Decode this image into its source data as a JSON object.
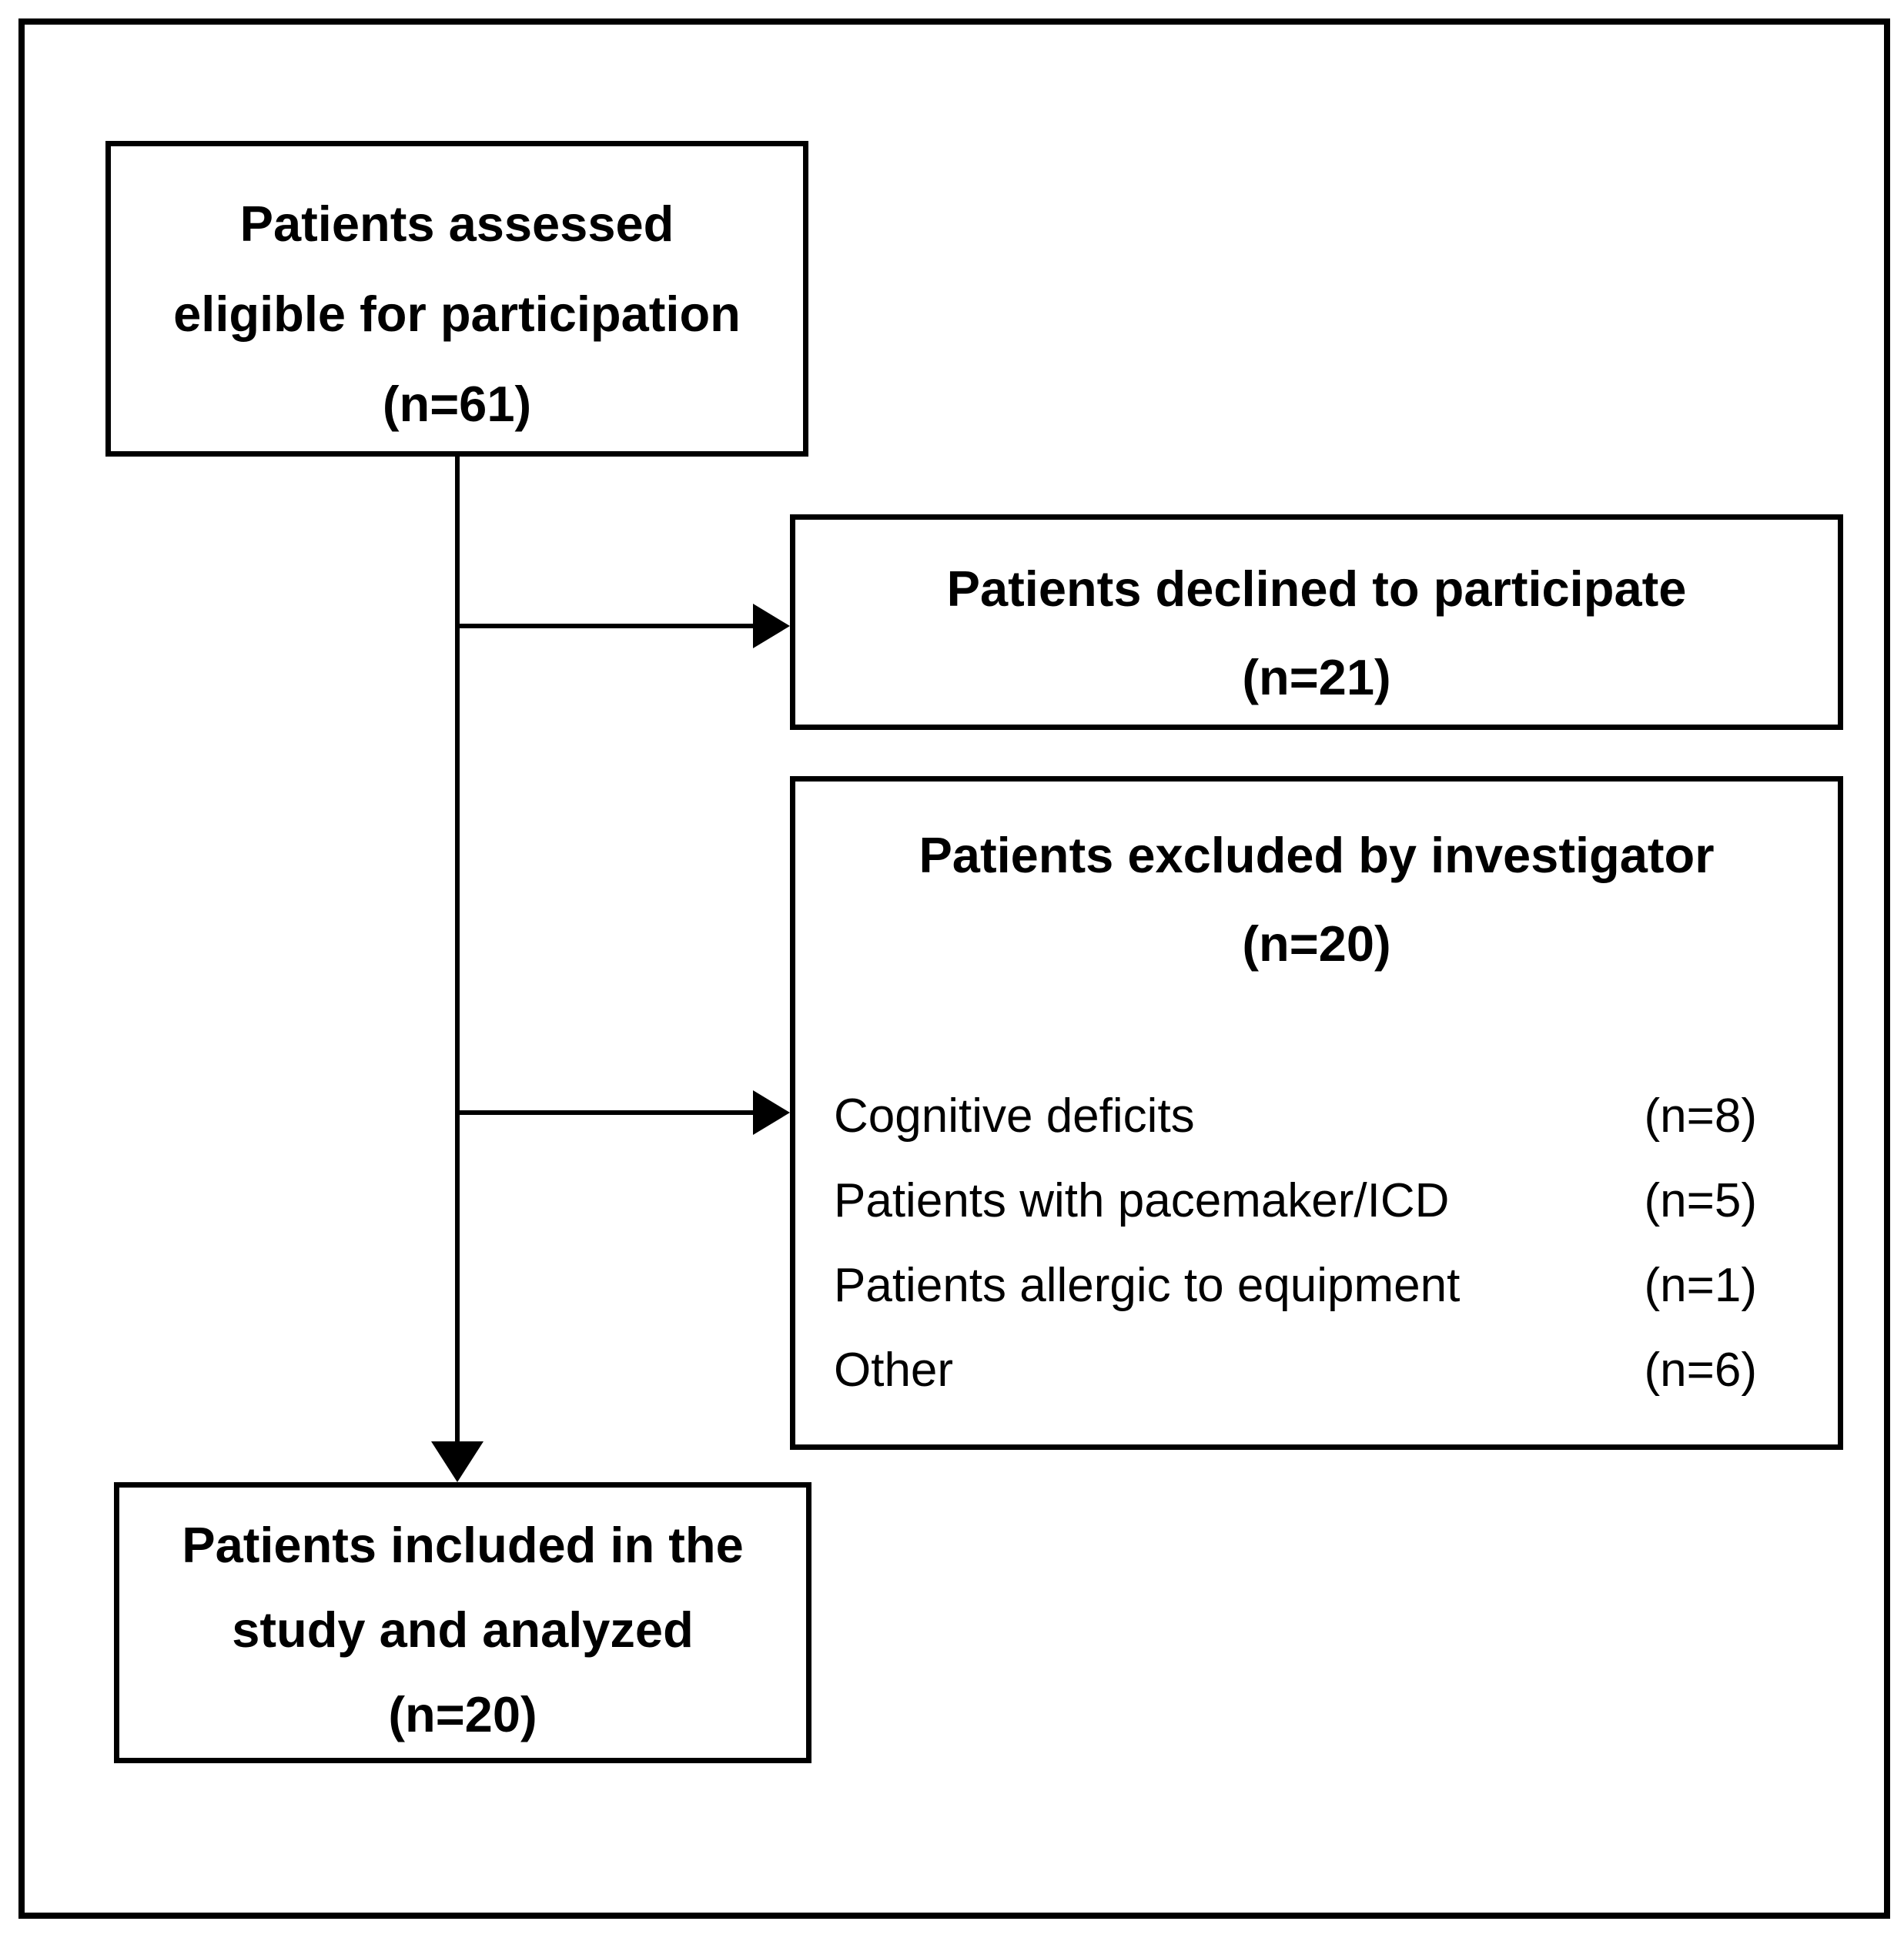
{
  "colors": {
    "background": "#ffffff",
    "line": "#000000",
    "text": "#000000"
  },
  "boxes": {
    "eligible": {
      "lines": [
        "Patients assessed",
        "eligible for participation",
        "(n=61)"
      ]
    },
    "declined": {
      "lines": [
        "Patients declined to participate",
        "(n=21)"
      ]
    },
    "excluded": {
      "title_lines": [
        "Patients excluded by investigator",
        "(n=20)"
      ],
      "reasons": [
        {
          "label": "Cognitive deficits",
          "count": "(n=8)"
        },
        {
          "label": "Patients with pacemaker/ICD",
          "count": "(n=5)"
        },
        {
          "label": "Patients allergic to equipment",
          "count": "(n=1)"
        },
        {
          "label": "Other",
          "count": "(n=6)"
        }
      ]
    },
    "included": {
      "lines": [
        "Patients included in the",
        "study and analyzed",
        "(n=20)"
      ]
    }
  }
}
